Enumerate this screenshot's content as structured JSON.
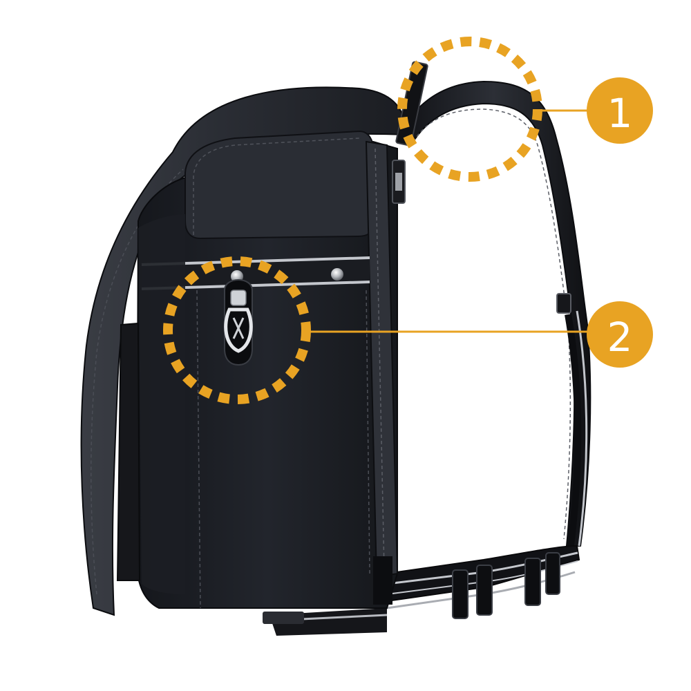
{
  "callouts": [
    {
      "label": "1",
      "target": "shoulder-strap-top"
    },
    {
      "label": "2",
      "target": "side-clasp"
    }
  ],
  "colors": {
    "accent": "#E8A323",
    "bag_body": "#1d1f25",
    "bag_dark": "#121317",
    "bag_mid": "#2a2c33",
    "piping": "#b9bcc2",
    "background": "#ffffff"
  }
}
